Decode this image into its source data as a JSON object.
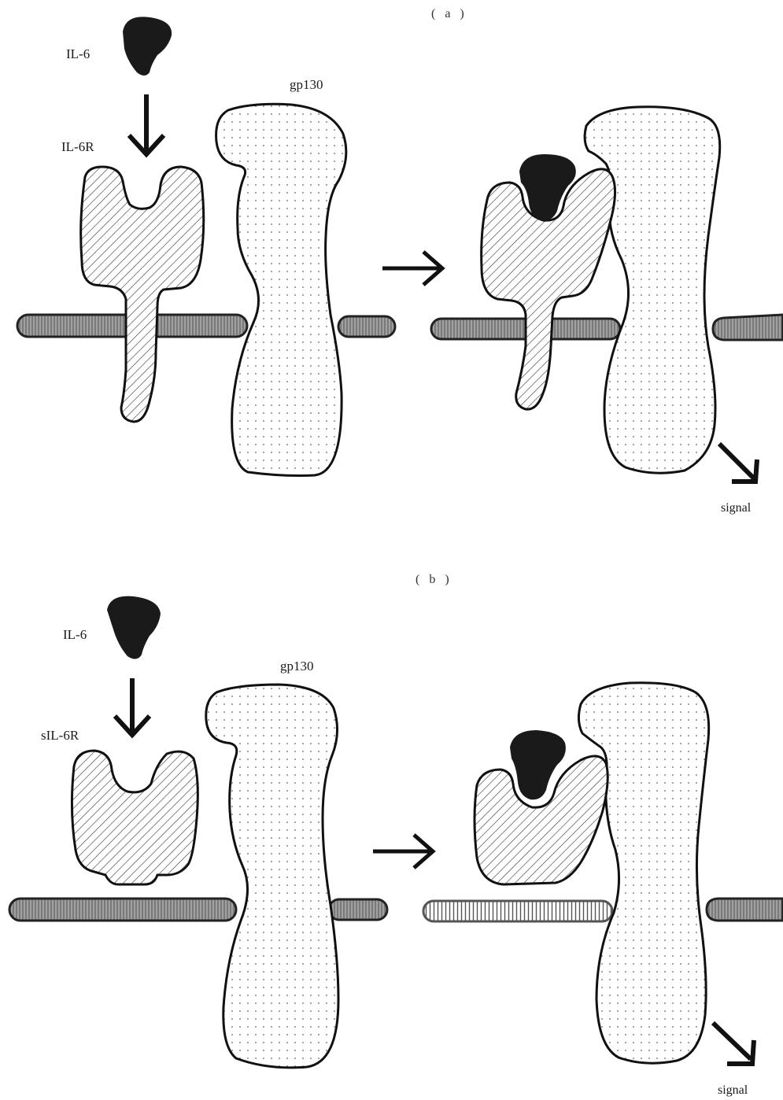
{
  "panels": {
    "a": {
      "label": "( a )",
      "ligand": "IL-6",
      "receptor": "IL-6R",
      "transducer": "gp130",
      "output": "signal"
    },
    "b": {
      "label": "( b )",
      "ligand": "IL-6",
      "receptor": "sIL-6R",
      "transducer": "gp130",
      "output": "signal"
    }
  },
  "colors": {
    "ligand": "#1a1a1a",
    "membrane": "#8c8c8c",
    "outline": "#1a1a1a",
    "background": "#ffffff"
  },
  "icons": {
    "step_arrow": "right-arrow-icon",
    "binding_arrow": "down-arrow-icon",
    "signal_arrow": "down-right-arrow-icon"
  }
}
